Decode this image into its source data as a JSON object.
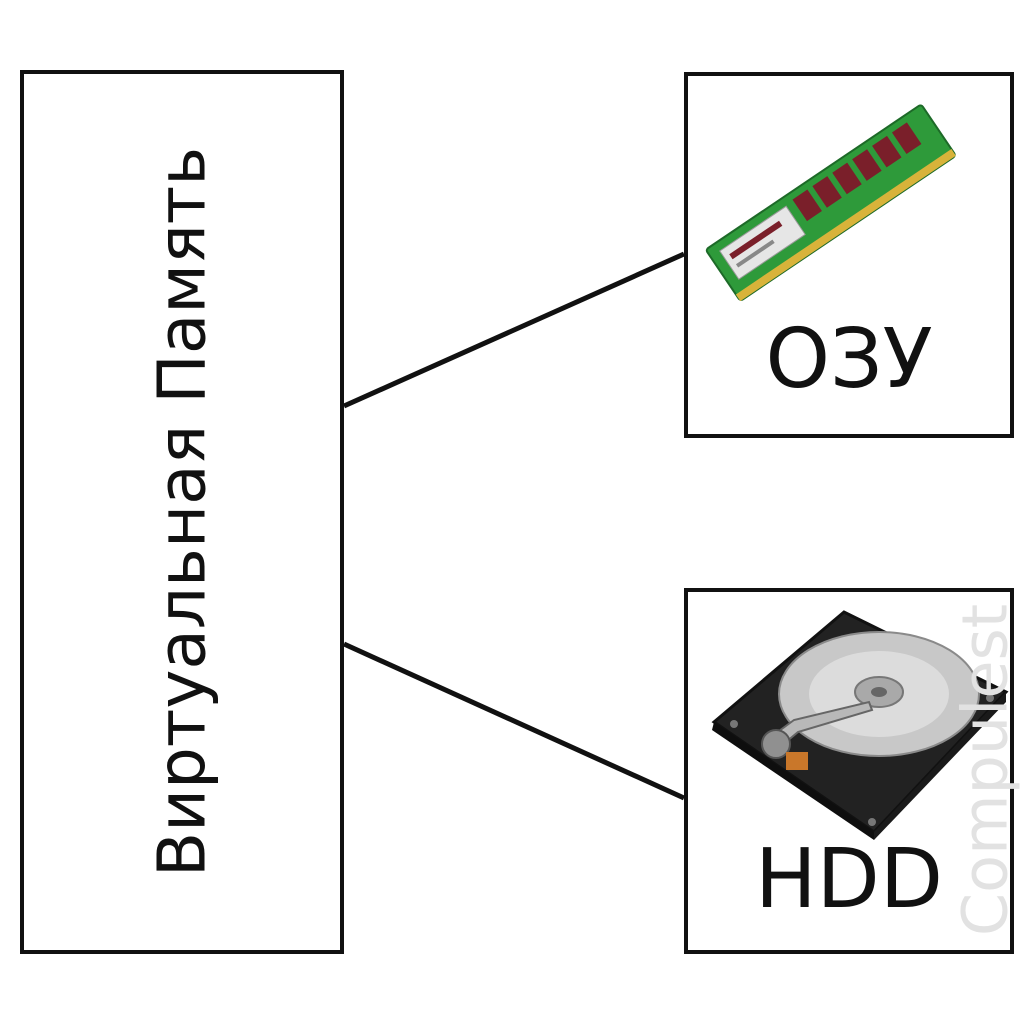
{
  "diagram": {
    "main_label": "Виртуальная Память",
    "nodes": [
      {
        "label": "ОЗУ",
        "icon": "ram-module-icon"
      },
      {
        "label": "HDD",
        "icon": "hard-drive-icon"
      }
    ]
  },
  "watermark": "Compulest",
  "colors": {
    "stroke": "#111111",
    "ram_pcb": "#2e9a3a",
    "ram_chip": "#7a1f2a",
    "hdd_body": "#222222",
    "hdd_platter": "#c8c8c8"
  }
}
